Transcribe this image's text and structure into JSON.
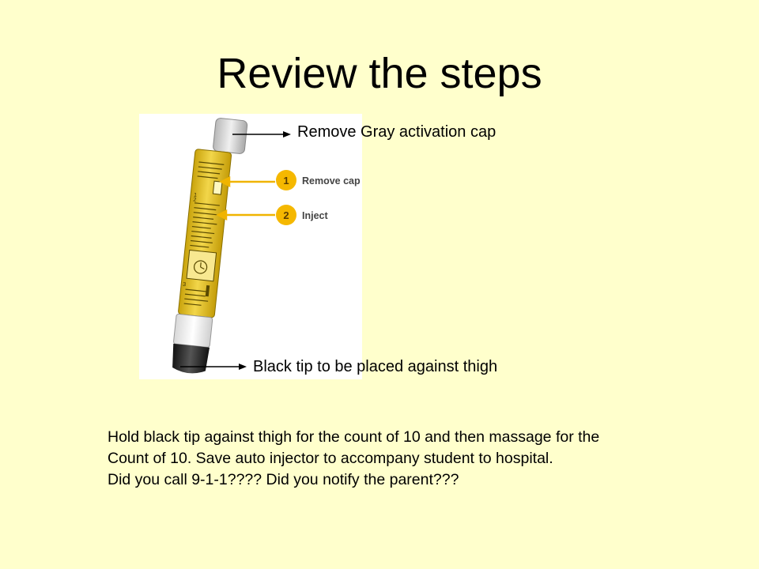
{
  "slide": {
    "title": "Review the steps",
    "callouts": {
      "cap": "Remove Gray activation cap",
      "tip": "Black tip to be placed against thigh"
    },
    "figure": {
      "step1_number": "1",
      "step1_label": "Remove cap",
      "step2_number": "2",
      "step2_label": "Inject",
      "step_marker_3": "3",
      "device_label_color": "#e8c21a",
      "step_circle_color": "#f5b800",
      "arrow_color": "#f0b400"
    },
    "body_lines": [
      "Hold black tip against thigh for the count of 10 and then massage for the",
      "Count of 10.  Save auto injector to accompany student to hospital.",
      "Did you call 9-1-1???? Did you notify the parent???"
    ],
    "colors": {
      "background": "#ffffcc",
      "text": "#000000"
    }
  }
}
